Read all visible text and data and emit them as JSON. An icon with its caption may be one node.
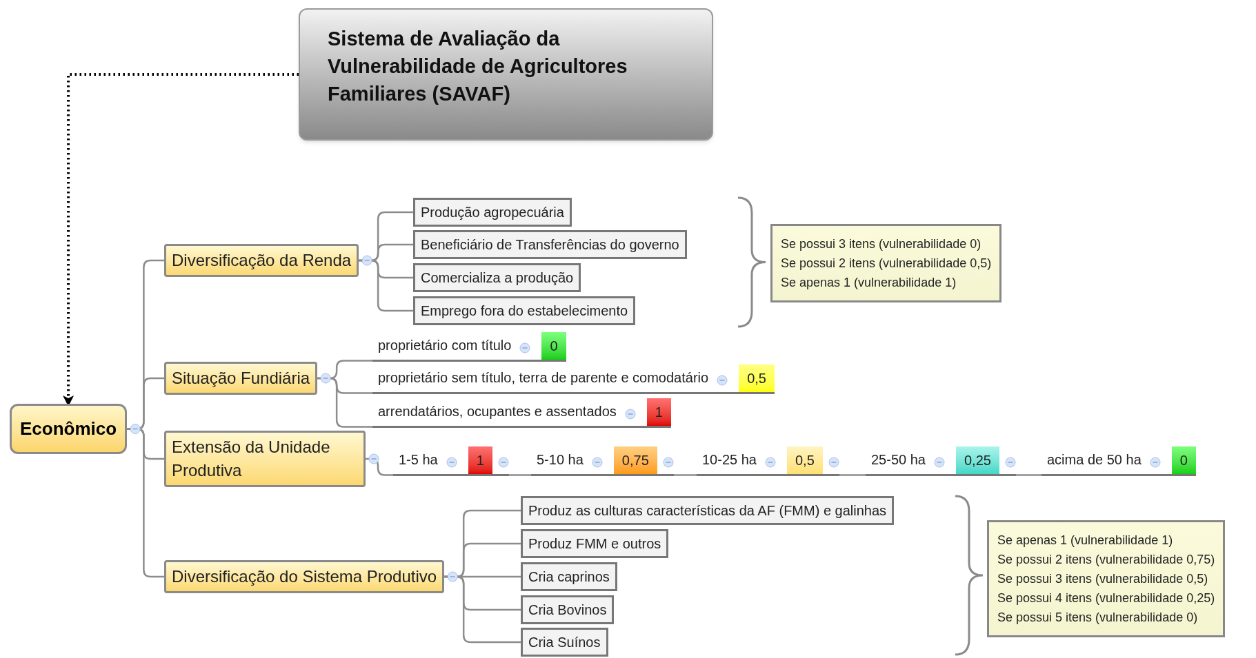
{
  "diagram": {
    "nodes": [
      {
        "text": [
          "Sistema de Avaliação da Vulnerabilidade de Agricultores Familiares (SAVAF)"
        ]
      },
      {
        "text": [
          "Econômico"
        ]
      },
      {
        "text": [
          "Diversificação da Renda"
        ]
      },
      {
        "text": [
          "Produção agropecuária"
        ]
      },
      {
        "text": [
          "Beneficiário de Transferências do governo"
        ]
      },
      {
        "text": [
          "Comercializa a produção"
        ]
      },
      {
        "text": [
          "Emprego fora do estabelecimento"
        ]
      },
      {
        "text": [
          "Se possui 3 itens (vulnerabilidade 0)",
          "Se possui 2 itens (vulnerabilidade 0,5)",
          "Se apenas 1 (vulnerabilidade 1)"
        ]
      },
      {
        "text": [
          "Situação Fundiária"
        ]
      },
      {
        "text": [
          "proprietário com título",
          "0"
        ]
      },
      {
        "text": [
          "proprietário sem título, terra de parente e comodatário",
          "0,5"
        ]
      },
      {
        "text": [
          "arrendatários, ocupantes e assentados",
          "1"
        ]
      },
      {
        "text": [
          "Extensão da Unidade Produtiva"
        ]
      },
      {
        "text": [
          "1-5 ha",
          "1"
        ]
      },
      {
        "text": [
          "5-10 ha",
          "0,75"
        ]
      },
      {
        "text": [
          "10-25 ha",
          "0,5"
        ]
      },
      {
        "text": [
          "25-50 ha",
          "0,25"
        ]
      },
      {
        "text": [
          "acima de 50 ha",
          "0"
        ]
      },
      {
        "text": [
          "Diversificação do Sistema Produtivo"
        ]
      },
      {
        "text": [
          "Produz as culturas características da AF (FMM) e galinhas"
        ]
      },
      {
        "text": [
          "Produz FMM e outros"
        ]
      },
      {
        "text": [
          "Cria caprinos"
        ]
      },
      {
        "text": [
          "Cria Bovinos"
        ]
      },
      {
        "text": [
          "Cria Suínos"
        ]
      },
      {
        "text": [
          "Se apenas 1 (vulnerabilidade 1)",
          "Se possui 2 itens (vulnerabilidade 0,75)",
          "Se possui 3 itens (vulnerabilidade 0,5)",
          "Se possui 4 itens (vulnerabilidade 0,25)",
          "Se possui 5 itens (vulnerabilidade 0)"
        ]
      }
    ],
    "edges": [
      {
        "from": 0,
        "to": 1,
        "arrow": "to",
        "style": "dashed",
        "color": "#000000"
      },
      {
        "from": 1,
        "to": 2,
        "arrow": "none"
      },
      {
        "from": 1,
        "to": 8,
        "arrow": "none"
      },
      {
        "from": 1,
        "to": 12,
        "arrow": "none"
      },
      {
        "from": 1,
        "to": 18,
        "arrow": "none"
      },
      {
        "from": 2,
        "to": 3,
        "arrow": "none"
      },
      {
        "from": 2,
        "to": 4,
        "arrow": "none"
      },
      {
        "from": 2,
        "to": 5,
        "arrow": "none"
      },
      {
        "from": 2,
        "to": 6,
        "arrow": "none"
      },
      {
        "from": 8,
        "to": 9,
        "arrow": "none"
      },
      {
        "from": 8,
        "to": 10,
        "arrow": "none"
      },
      {
        "from": 8,
        "to": 11,
        "arrow": "none"
      },
      {
        "from": 12,
        "to": 13,
        "arrow": "none"
      },
      {
        "from": 13,
        "to": 14,
        "arrow": "none"
      },
      {
        "from": 14,
        "to": 15,
        "arrow": "none"
      },
      {
        "from": 15,
        "to": 16,
        "arrow": "none"
      },
      {
        "from": 16,
        "to": 17,
        "arrow": "none"
      },
      {
        "from": 18,
        "to": 19,
        "arrow": "none"
      },
      {
        "from": 18,
        "to": 20,
        "arrow": "none"
      },
      {
        "from": 18,
        "to": 21,
        "arrow": "none"
      },
      {
        "from": 18,
        "to": 22,
        "arrow": "none"
      },
      {
        "from": 18,
        "to": 23,
        "arrow": "none"
      }
    ]
  }
}
